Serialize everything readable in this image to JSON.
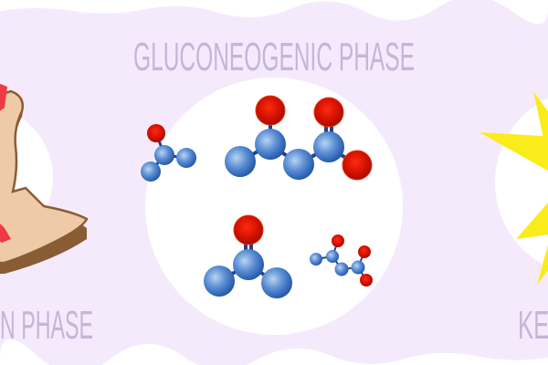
{
  "titles": {
    "center": "GLUCONEOGENIC PHASE",
    "left_partial": "N PHASE",
    "right_partial": "KET"
  },
  "colors": {
    "background": "#f5eafc",
    "label": "#c6b5d8",
    "carbon": "#3d74c0",
    "oxygen": "#d01000",
    "sun": "#f9ec1a",
    "bread": "#eecaa8"
  }
}
